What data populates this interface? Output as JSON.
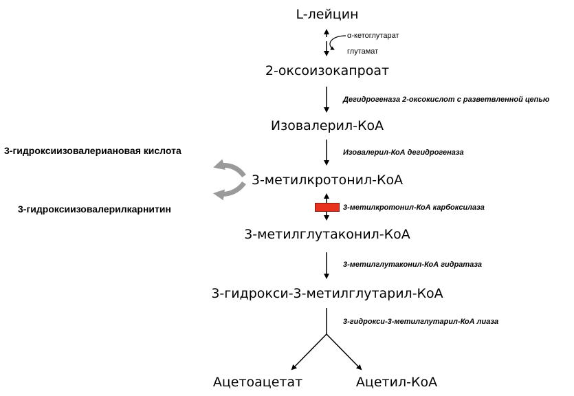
{
  "metabolites": {
    "leucine": "L-лейцин",
    "oxoisocaproate": "2-оксоизокапроат",
    "isovaleryl_coa": "Изовалерил-КоА",
    "methylcrotonyl_coa": "3-метилкротонил-КоА",
    "methylglutaconyl_coa": "3-метилглутаконил-КоА",
    "hmg_coa": "3-гидрокси-3-метилглутарил-КоА",
    "acetoacetate": "Ацетоацетат",
    "acetyl_coa": "Ацетил-КоА"
  },
  "cosubstrates": {
    "in": "α-кетоглутарат",
    "out": "глутамат"
  },
  "enzymes": {
    "bckdh": "Дегидрогеназа 2-оксокислот с разветвленной цепью",
    "ivd": "Изовалерил-КоА дегидрогеназа",
    "mcc": "3-метилкротонил-КоА карбоксилаза",
    "mgh": "3-метилглутаконил-КоА гидратаза",
    "hmgl": "3-гидрокси-3-метилглутарил-КоА лиаза"
  },
  "side_products": {
    "acid": "3-гидроксиизовалериановая кислота",
    "carnitine": "3-гидроксиизовалерилкарнитин"
  },
  "colors": {
    "arrow": "#000000",
    "side_arrow": "#9a9a9a",
    "block": "#e8321e"
  }
}
